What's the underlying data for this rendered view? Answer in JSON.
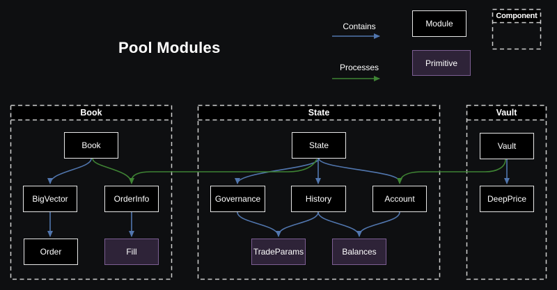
{
  "title": "Pool Modules",
  "legend": {
    "contains_label": "Contains",
    "processes_label": "Processes",
    "module_label": "Module",
    "primitive_label": "Primitive",
    "component_label": "Component"
  },
  "containers": {
    "book": {
      "title": "Book"
    },
    "state": {
      "title": "State"
    },
    "vault": {
      "title": "Vault"
    }
  },
  "nodes": {
    "book": "Book",
    "bigvector": "BigVector",
    "orderinfo": "OrderInfo",
    "order": "Order",
    "fill": "Fill",
    "state": "State",
    "governance": "Governance",
    "history": "History",
    "account": "Account",
    "tradeparams": "TradeParams",
    "balances": "Balances",
    "vault": "Vault",
    "deepprice": "DeepPrice"
  },
  "edges": [
    {
      "from": "Book",
      "to": "BigVector",
      "type": "contains"
    },
    {
      "from": "Book",
      "to": "OrderInfo",
      "type": "processes"
    },
    {
      "from": "State",
      "to": "OrderInfo",
      "type": "processes"
    },
    {
      "from": "BigVector",
      "to": "Order",
      "type": "contains"
    },
    {
      "from": "OrderInfo",
      "to": "Fill",
      "type": "contains"
    },
    {
      "from": "State",
      "to": "Governance",
      "type": "contains"
    },
    {
      "from": "State",
      "to": "History",
      "type": "contains"
    },
    {
      "from": "State",
      "to": "Account",
      "type": "contains"
    },
    {
      "from": "Vault",
      "to": "Account",
      "type": "processes"
    },
    {
      "from": "Governance",
      "to": "TradeParams",
      "type": "contains"
    },
    {
      "from": "History",
      "to": "TradeParams",
      "type": "contains"
    },
    {
      "from": "History",
      "to": "Balances",
      "type": "contains"
    },
    {
      "from": "Account",
      "to": "Balances",
      "type": "contains"
    },
    {
      "from": "Vault",
      "to": "DeepPrice",
      "type": "contains"
    }
  ],
  "colors": {
    "background": "#0e0f11",
    "text": "#ffffff",
    "node-bg": "#000000",
    "node-border": "#e8e8e8",
    "primitive-bg": "#2e2338",
    "primitive-border": "#7d5f94",
    "container-border": "#cfcfcf",
    "edge-contains": "#5176ae",
    "edge-processes": "#3f8434"
  }
}
